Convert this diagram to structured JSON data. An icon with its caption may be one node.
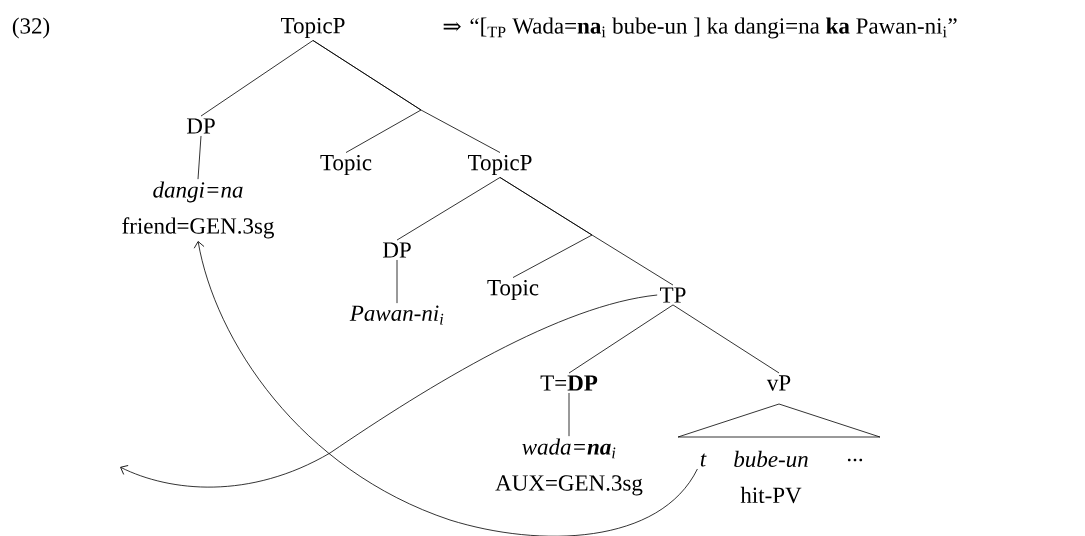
{
  "diagram": {
    "nodes": [
      {
        "text": [
          "TopicP"
        ]
      },
      {
        "text": [
          "DP"
        ]
      },
      {
        "text": [
          "dangi=na",
          "friend=GEN.3sg"
        ]
      },
      {
        "text": [
          "Topic"
        ]
      },
      {
        "text": [
          "TopicP"
        ]
      },
      {
        "text": [
          "DP"
        ]
      },
      {
        "text": [
          "Pawan-ni$_{i}$"
        ]
      },
      {
        "text": [
          "Topic"
        ]
      },
      {
        "text": [
          "TP"
        ]
      },
      {
        "text": [
          "T=**DP**"
        ]
      },
      {
        "text": [
          "wada=**na**$_{i}$",
          "AUX=GEN.3sg"
        ]
      },
      {
        "text": [
          "vP"
        ]
      },
      {
        "text": [
          "t"
        ]
      },
      {
        "text": [
          "bube-un",
          "hit-PV"
        ]
      },
      {
        "text": [],
        "shape": "triangle"
      }
    ],
    "edges": [
      {
        "from": 0,
        "to": 1,
        "arrow": "none"
      },
      {
        "from": 0,
        "to": 3,
        "arrow": "none"
      },
      {
        "from": 0,
        "to": 4,
        "arrow": "none"
      },
      {
        "from": 1,
        "to": 2,
        "arrow": "none"
      },
      {
        "from": 4,
        "to": 5,
        "arrow": "none"
      },
      {
        "from": 4,
        "to": 7,
        "arrow": "none"
      },
      {
        "from": 4,
        "to": 8,
        "arrow": "none"
      },
      {
        "from": 5,
        "to": 6,
        "arrow": "none"
      },
      {
        "from": 8,
        "to": 9,
        "arrow": "none"
      },
      {
        "from": 8,
        "to": 11,
        "arrow": "none"
      },
      {
        "from": 9,
        "to": 10,
        "arrow": "none"
      },
      {
        "from": 8,
        "to": null,
        "arrow": "to"
      },
      {
        "from": 12,
        "to": 2,
        "arrow": "to"
      }
    ],
    "labels": [
      "(32)",
      "⇒",
      "“[$_{TP}$ Wada=**na**$_{i}$ bube-un ] ka dangi=na **ka** Pawan-ni$_{i}$”",
      "..."
    ]
  }
}
